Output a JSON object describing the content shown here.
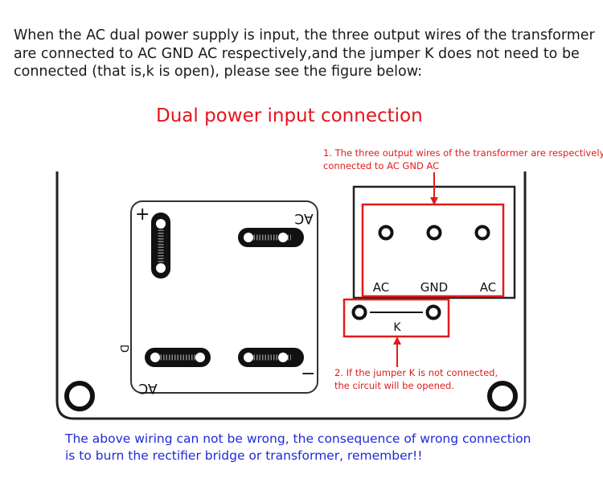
{
  "intro_text": "When the AC dual power supply is input, the three output wires of the transformer are connected to AC GND AC respectively,and the jumper K does not need to be connected (that is,k is open), please see the figure below:",
  "heading": "Dual power input connection",
  "note_transformer": {
    "line1": "1. The three output wires of the transformer are respectively",
    "line2": "connected to AC GND AC"
  },
  "note_jumper": {
    "line1": "2. If the jumper K is not connected,",
    "line2": "the circuit will be opened."
  },
  "warning": {
    "line1": "The above wiring can not be wrong, the consequence of wrong connection",
    "line2": "is to burn the rectifier bridge or transformer, remember!!"
  },
  "board_labels": {
    "plus": "+",
    "minus": "−",
    "ac_top": "AC",
    "ac_bottom": "AC",
    "d": "D",
    "terminal_ac_left": "AC",
    "terminal_gnd": "GND",
    "terminal_ac_right": "AC",
    "jumper": "K"
  },
  "colors": {
    "annotation": "#e11b1b",
    "heading": "#e5141b",
    "warning": "#1e2ad8",
    "board_outline": "#222222"
  }
}
